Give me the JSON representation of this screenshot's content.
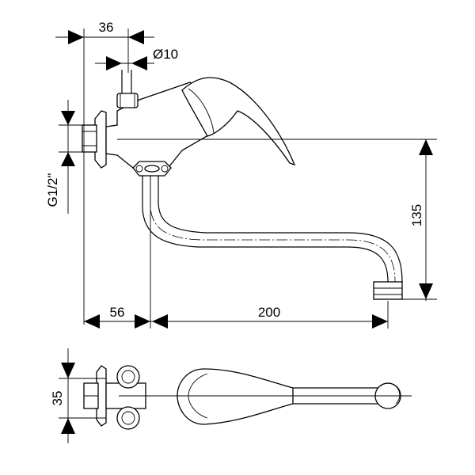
{
  "dimensions": {
    "top_width": "36",
    "pipe_diameter": "Ø10",
    "thread": "G1/2\"",
    "height": "135",
    "wall_offset": "56",
    "spout_reach": "200",
    "plan_width": "35"
  },
  "colors": {
    "line": "#000000",
    "background": "#ffffff"
  }
}
